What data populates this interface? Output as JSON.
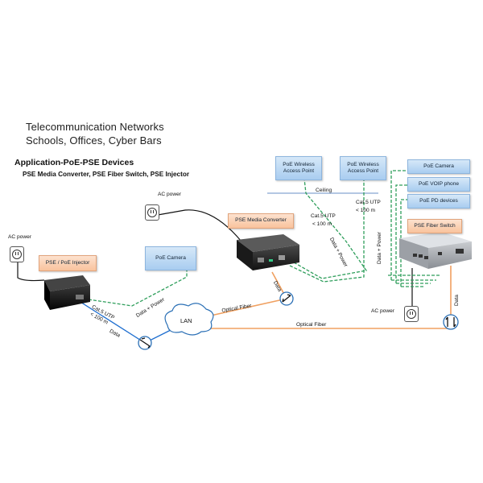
{
  "intro": {
    "line1": "Telecommunication Networks",
    "line2": "Schools, Offices, Cyber Bars"
  },
  "heading": {
    "title": "Application-PoE-PSE Devices",
    "subtitle": "PSE Media Converter, PSE Fiber Switch, PSE Injector"
  },
  "boxes": {
    "pse_injector": "PSE / PoE Injector",
    "poe_camera_left": "PoE Camera",
    "pse_media_converter": "PSE Media Converter",
    "wireless_ap_1": "PoE Wireless\nAccess Point",
    "wireless_ap_2": "PoE Wireless\nAccess Point",
    "poe_camera_right": "PoE Camera",
    "poe_voip_phone": "PoE VOIP phone",
    "poe_pd_devices": "PoE PD devices",
    "pse_fiber_switch": "PSE Fiber Switch"
  },
  "labels": {
    "ac_power_left": "AC power",
    "ac_power_mid": "AC power",
    "ac_power_right": "AC power",
    "ceiling": "Ceiling",
    "cat5_left_1": "Cat.5 UTP",
    "cat5_left_2": "< 100 m",
    "data_power_left": "Data + Power",
    "data_left": "Data",
    "lan": "LAN",
    "optical_fiber_1": "Optical Fiber",
    "optical_fiber_2": "Optical Fiber",
    "data_mc": "Data",
    "cat5_mid_1": "Cat.5 UTP",
    "cat5_mid_2": "< 100 m",
    "data_power_mid": "Data + Power",
    "cat5_right_1": "Cat.5 UTP",
    "cat5_right_2": "< 100 m",
    "data_power_right": "Data + Power",
    "data_right": "Data"
  },
  "colors": {
    "poe_link": "#2e9e5b",
    "optical_fiber": "#f0a060",
    "data_link": "#1f6fd0",
    "power_cable": "#111111"
  }
}
